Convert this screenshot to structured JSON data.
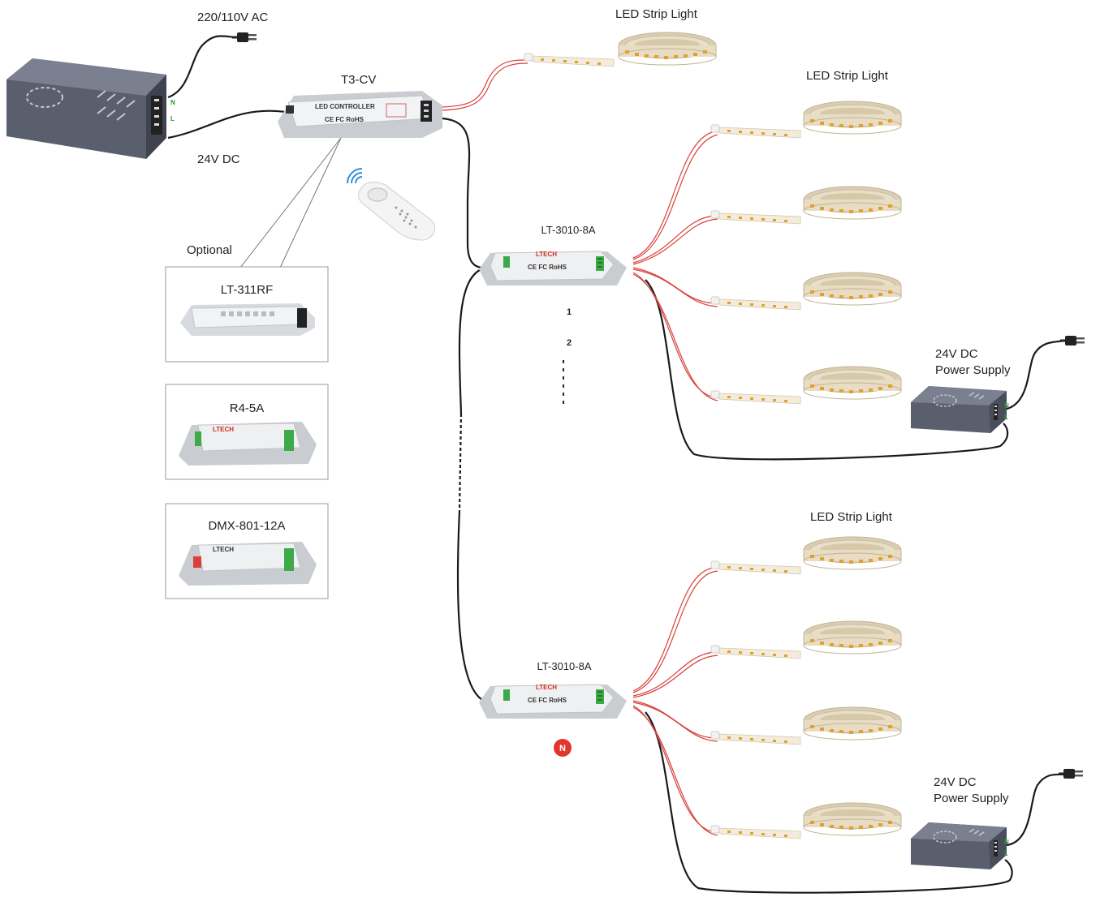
{
  "colors": {
    "wire_black": "#1a1a1a",
    "wire_red": "#d8403a",
    "controller_body": "#eef0f2",
    "controller_base": "#c9cdd2",
    "terminal_green": "#3daa4a",
    "power_supply": "#5a5f6e",
    "led_tape": "#e8dcc4",
    "badge_red": "#e2352c",
    "neutral_green": "#2b9a2b"
  },
  "labels": {
    "mains_input": "220/110V AC",
    "dc_output": "24V DC",
    "main_controller": "T3-CV",
    "optional": "Optional",
    "strip_top": "LED Strip Light",
    "strip_mid": "LED Strip Light",
    "strip_bottom": "LED Strip Light",
    "amp_1": "LT-3010-8A",
    "amp_n": "LT-3010-8A",
    "psu_1_line1": "24V DC",
    "psu_1_line2": "Power Supply",
    "psu_2_line1": "24V DC",
    "psu_2_line2": "Power Supply",
    "index_1": "1",
    "index_2": "2",
    "index_n": "N",
    "terminal_n": "N",
    "terminal_l": "L"
  },
  "optional_receivers": [
    {
      "name": "LT-311RF"
    },
    {
      "name": "R4-5A"
    },
    {
      "name": "DMX-801-12A"
    }
  ],
  "device_print": {
    "brand": "LTECH",
    "controller_title": "LED CONTROLLER",
    "cert": "CE FC RoHS"
  },
  "icons": [
    "power-plug-icon",
    "wireless-signal-icon",
    "remote-control-icon",
    "power-supply-icon"
  ]
}
